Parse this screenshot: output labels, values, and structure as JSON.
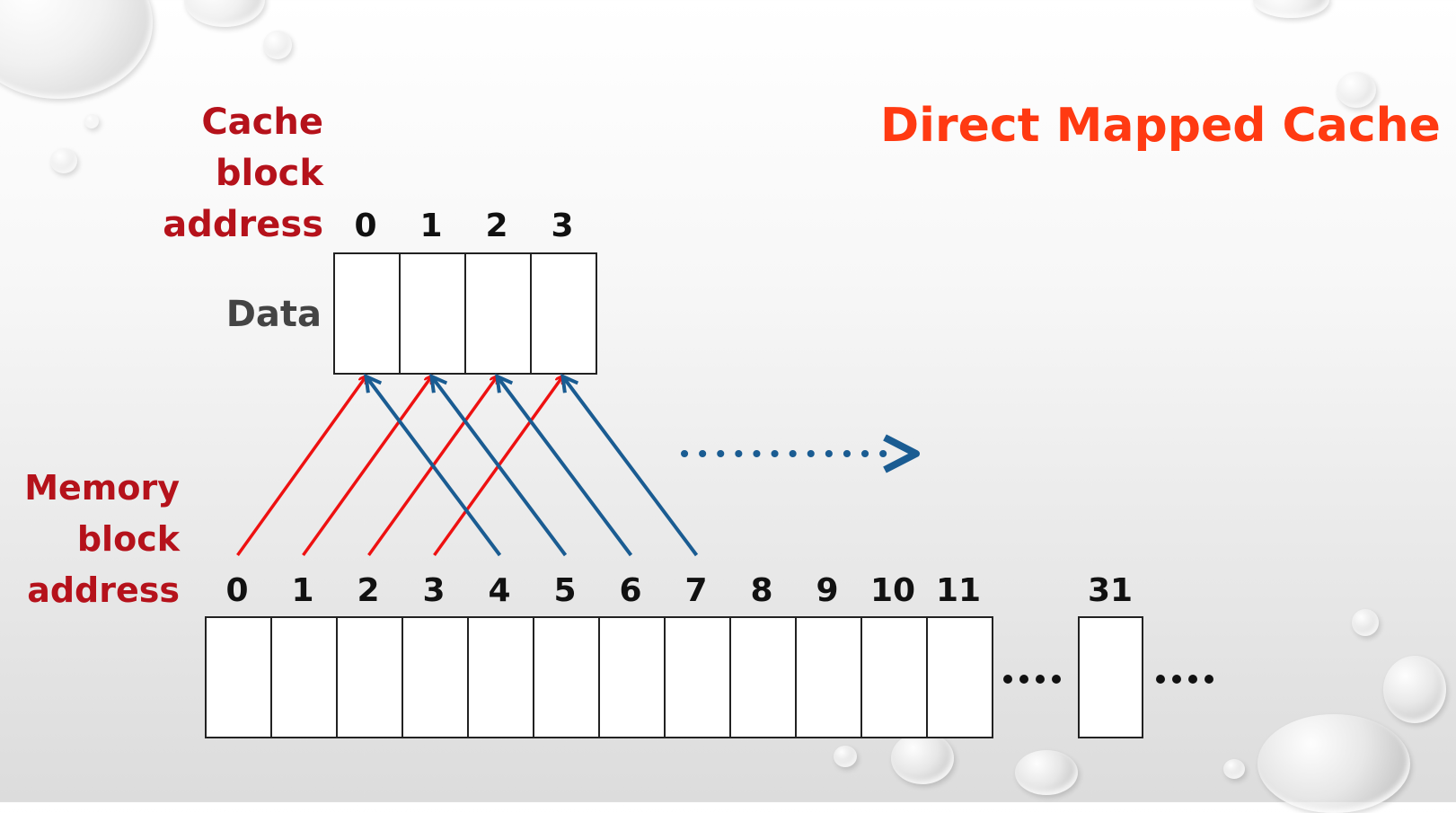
{
  "title": "Direct Mapped Cache",
  "colors": {
    "title": "#ff3a12",
    "label_red": "#b5121b",
    "label_gray": "#444444",
    "arrow_red": "#ee1111",
    "arrow_blue": "#1a5c92"
  },
  "cache": {
    "label_lines": [
      "Cache",
      "block",
      "address"
    ],
    "data_label": "Data",
    "indices": [
      "0",
      "1",
      "2",
      "3"
    ]
  },
  "memory": {
    "label_lines": [
      "Memory",
      "block",
      "address"
    ],
    "indices": [
      "0",
      "1",
      "2",
      "3",
      "4",
      "5",
      "6",
      "7",
      "8",
      "9",
      "10",
      "11"
    ],
    "last_index": "31",
    "ellipsis": "...."
  },
  "mappings": [
    {
      "from": 0,
      "to": 0,
      "color": "red"
    },
    {
      "from": 1,
      "to": 1,
      "color": "red"
    },
    {
      "from": 2,
      "to": 2,
      "color": "red"
    },
    {
      "from": 3,
      "to": 3,
      "color": "red"
    },
    {
      "from": 4,
      "to": 0,
      "color": "blue"
    },
    {
      "from": 5,
      "to": 1,
      "color": "blue"
    },
    {
      "from": 6,
      "to": 2,
      "color": "blue"
    },
    {
      "from": 7,
      "to": 3,
      "color": "blue"
    }
  ],
  "continuation_arrow": "dotted-right-arrow"
}
